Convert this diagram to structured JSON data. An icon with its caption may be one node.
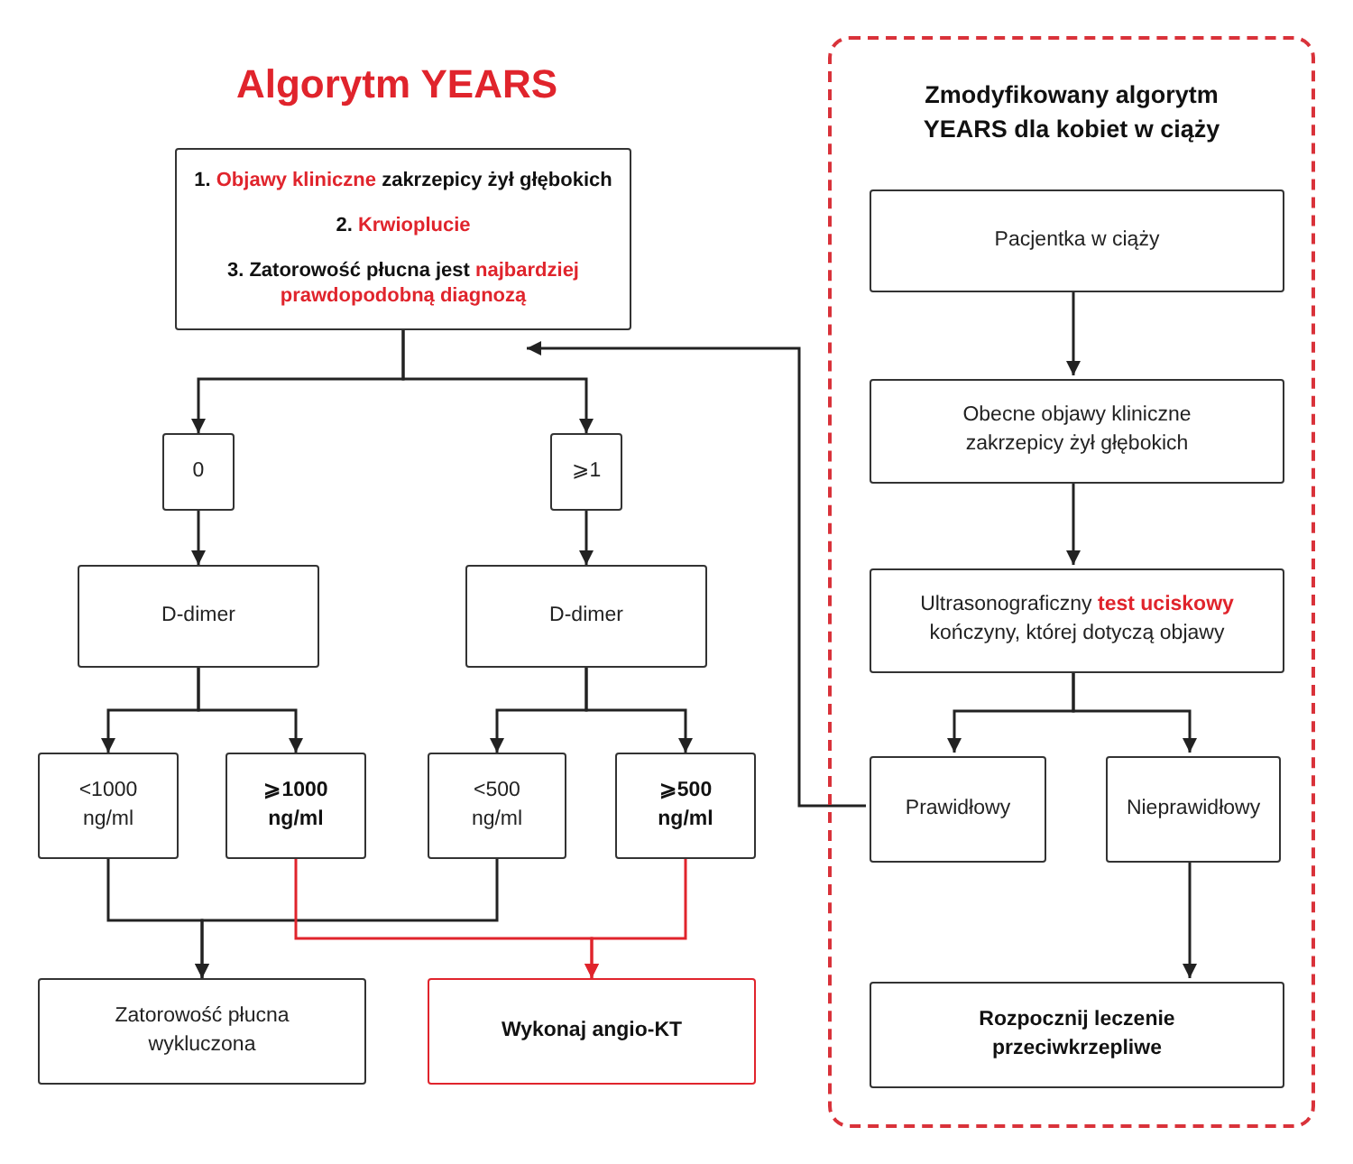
{
  "diagram": {
    "title": "Algorytm YEARS",
    "nodes": [
      {
        "text": [
          "1. **Objawy kliniczne** zakrzepicy żył głębokich",
          "2. **Krwioplucie**",
          "3. Zatorowość płucna jest **najbardziej prawdopodobną diagnozą**"
        ]
      },
      {
        "text": [
          "0"
        ]
      },
      {
        "text": [
          "⩾1"
        ]
      },
      {
        "text": [
          "D-dimer"
        ]
      },
      {
        "text": [
          "D-dimer"
        ]
      },
      {
        "text": [
          "<1000 ng/ml"
        ]
      },
      {
        "text": [
          "⩾1000 ng/ml"
        ]
      },
      {
        "text": [
          "<500 ng/ml"
        ]
      },
      {
        "text": [
          "⩾500 ng/ml"
        ]
      },
      {
        "text": [
          "Zatorowość płucna wykluczona"
        ]
      },
      {
        "text": [
          "Wykonaj angio-KT"
        ]
      },
      {
        "text": [
          "Zmodyfikowany algorytm YEARS dla kobiet w ciąży"
        ]
      },
      {
        "text": [
          "Pacjentka w ciąży"
        ],
        "in": 11
      },
      {
        "text": [
          "Obecne objawy kliniczne zakrzepicy żył głębokich"
        ],
        "in": 11
      },
      {
        "text": [
          "Ultrasonograficzny **test uciskowy** kończyny, której dotyczą objawy"
        ],
        "in": 11
      },
      {
        "text": [
          "Prawidłowy"
        ],
        "in": 11
      },
      {
        "text": [
          "Nieprawidłowy"
        ],
        "in": 11
      },
      {
        "text": [
          "Rozpocznij leczenie przeciwkrzepliwe"
        ],
        "in": 11
      }
    ],
    "edges": [
      {
        "from": 0,
        "to": 1,
        "arrow": "to"
      },
      {
        "from": 0,
        "to": 2,
        "arrow": "to"
      },
      {
        "from": 1,
        "to": 3,
        "arrow": "to"
      },
      {
        "from": 2,
        "to": 4,
        "arrow": "to"
      },
      {
        "from": 3,
        "to": 5,
        "arrow": "to"
      },
      {
        "from": 3,
        "to": 6,
        "arrow": "to"
      },
      {
        "from": 4,
        "to": 7,
        "arrow": "to"
      },
      {
        "from": 4,
        "to": 8,
        "arrow": "to"
      },
      {
        "from": 5,
        "to": 9,
        "arrow": "to"
      },
      {
        "from": 7,
        "to": 9,
        "arrow": "to"
      },
      {
        "from": 6,
        "to": 10,
        "arrow": "to",
        "color": "#e0242c"
      },
      {
        "from": 8,
        "to": 10,
        "arrow": "to",
        "color": "#e0242c"
      },
      {
        "from": 12,
        "to": 13,
        "arrow": "to"
      },
      {
        "from": 13,
        "to": 14,
        "arrow": "to"
      },
      {
        "from": 14,
        "to": 15,
        "arrow": "to"
      },
      {
        "from": 14,
        "to": 16,
        "arrow": "to"
      },
      {
        "from": 16,
        "to": 17,
        "arrow": "to"
      },
      {
        "from": 15,
        "to": 0,
        "arrow": "to"
      }
    ]
  }
}
